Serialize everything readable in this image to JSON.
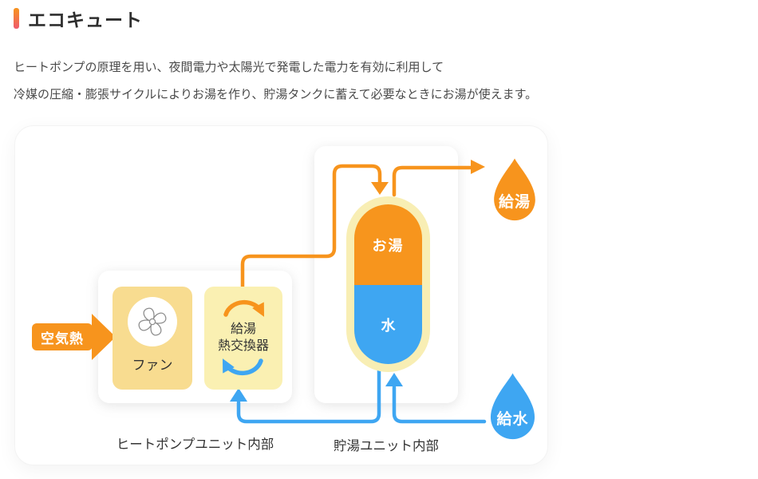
{
  "page": {
    "title": "エコキュート",
    "description_line1": "ヒートポンプの原理を用い、夜間電力や太陽光で発電した電力を有効に利用して",
    "description_line2": "冷媒の圧縮・膨張サイクルによりお湯を作り、貯湯タンクに蓄えて必要なときにお湯が使えます。"
  },
  "diagram": {
    "air_heat_label": "空気熱",
    "fan_label": "ファン",
    "heat_exchanger_line1": "給湯",
    "heat_exchanger_line2": "熱交換器",
    "tank_hot_label": "お湯",
    "tank_cold_label": "水",
    "hot_supply_label": "給湯",
    "water_supply_label": "給水",
    "heat_pump_unit_caption": "ヒートポンプユニット内部",
    "storage_unit_caption": "貯湯ユニット内部",
    "colors": {
      "orange": "#f7941d",
      "blue": "#3ea6f2",
      "fan_box": "#f8dc90",
      "exchanger_box": "#faf0b2",
      "tank_border": "#f8eeb4",
      "accent_gradient_top": "#f7941d",
      "accent_gradient_bottom": "#ef5a6e"
    }
  }
}
